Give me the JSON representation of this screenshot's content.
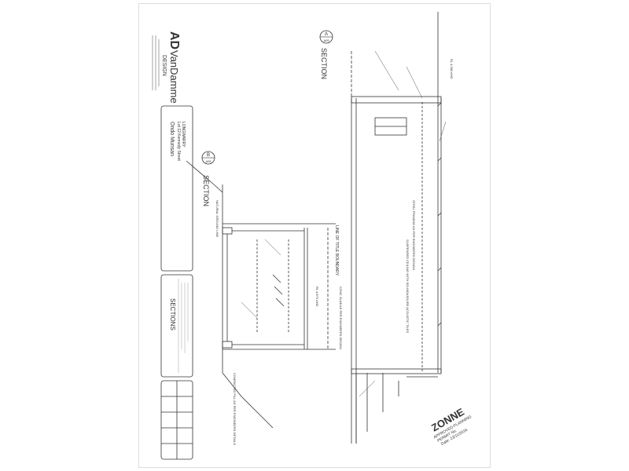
{
  "firm": {
    "logo_top": "AD",
    "logo_name": "VanDamme",
    "logo_sub": "DESIGN"
  },
  "title_block": {
    "project": "Ondo Munsan",
    "address_line1": "Lot 12 Kennedy Street",
    "address_line2": "LONGWARRY",
    "drawing_title": "SECTIONS"
  },
  "sections": {
    "a_letter": "A",
    "a_sheet": "A05",
    "a_title": "SECTION",
    "b_letter": "B",
    "b_sheet": "A05",
    "b_title": "SECTION"
  },
  "notes": {
    "line_of_title": "LINE OF TITLE BOUNDARY",
    "natural_ground": "NATURAL GROUND LINE",
    "suspended_ceiling": "SUSPENDED CEILING WITH SOUNDASSURE ACOUSTIC TILES",
    "conc_slab": "CONC SLAB AS PER ENGINEERS DESIGN",
    "steel_framing": "STEEL FRAMING AS PER ENGINEERS DESIGN",
    "compacted_fill": "COMPACTED FILL AS PER ENGINEERS DETAILS"
  },
  "dimensions": {
    "rl_a": "RL 4.380 AHD",
    "rl_b": "RL 4.870 AHD"
  },
  "stamp": {
    "name": "ZONNE",
    "line1": "APPROVED PLANNING",
    "line2": "PERMIT No. ",
    "line3": "Date: 23/11/2016"
  },
  "colors": {
    "line": "#333333",
    "stamp": "#2b2b8c",
    "logo": "#3a5fbf"
  }
}
